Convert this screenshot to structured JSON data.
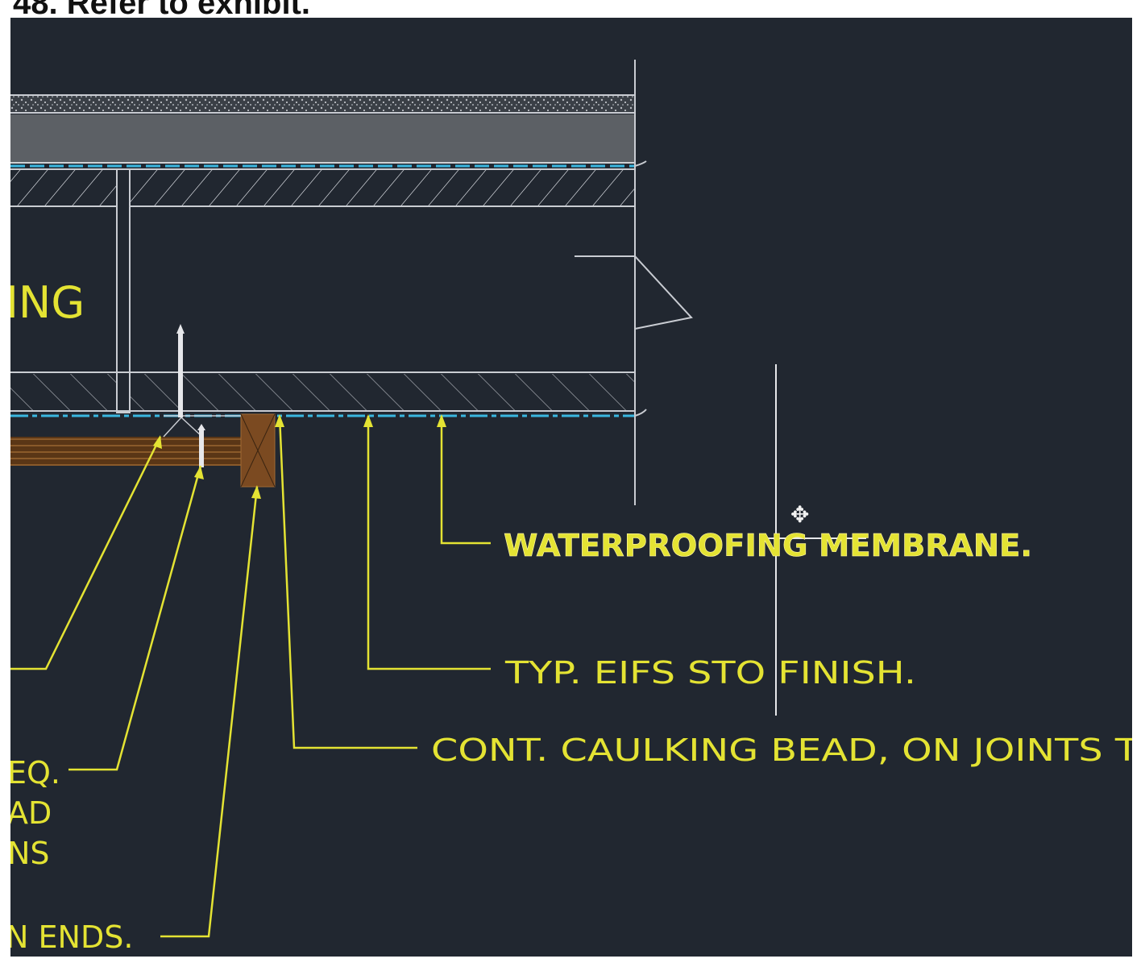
{
  "question": {
    "title": "48. Refer to exhibit."
  },
  "colors": {
    "viewport_background": "#212730",
    "annotation_yellow": "#e4e333",
    "linework_grey": "#c9ccd2",
    "membrane_cyan": "#3ab7e0",
    "wood_brown": "#7b4a21"
  },
  "drawing": {
    "labels": {
      "left_ing": "ING",
      "left_eq": "EQ.",
      "left_ad": "AD",
      "left_ns": "NS",
      "left_ends": "N  ENDS.",
      "waterproofing": "WATERPROOFING  MEMBRANE.",
      "eifs_finish": "TYP.  EIFS  STO  FINISH.",
      "caulking": "CONT.  CAULKING  BEAD,  ON  JOINTS  T"
    },
    "cursor_icon": "move-crosshair-cursor-icon"
  }
}
